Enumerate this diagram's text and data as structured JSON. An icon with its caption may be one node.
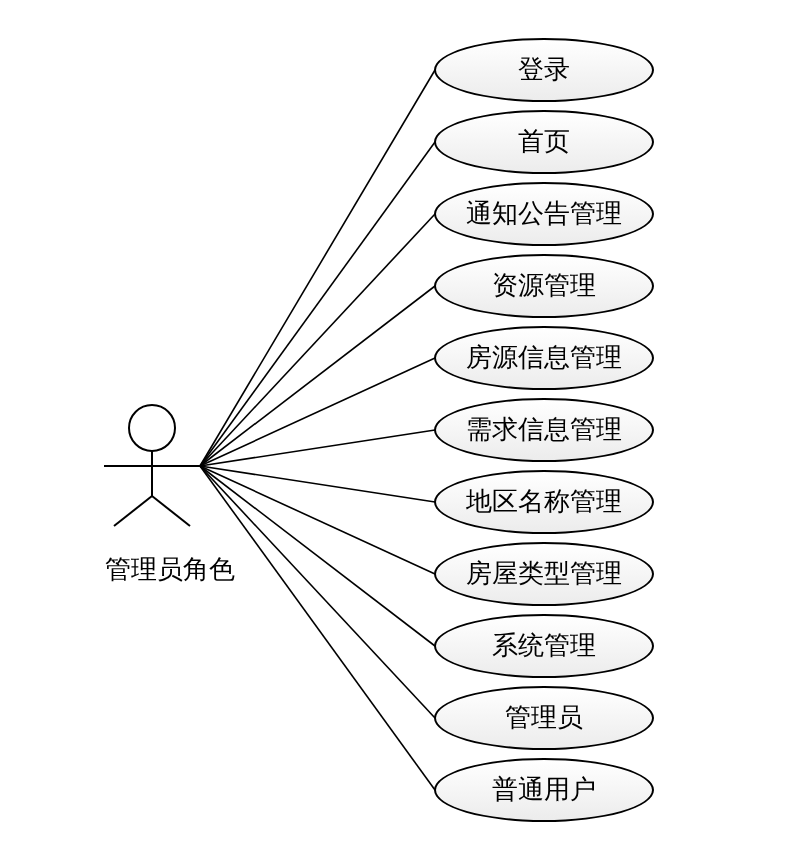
{
  "diagram": {
    "nodes": [
      {
        "text": [
          "管理员角色"
        ]
      },
      {
        "text": [
          "登录"
        ]
      },
      {
        "text": [
          "首页"
        ]
      },
      {
        "text": [
          "通知公告管理"
        ]
      },
      {
        "text": [
          "资源管理"
        ]
      },
      {
        "text": [
          "房源信息管理"
        ]
      },
      {
        "text": [
          "需求信息管理"
        ]
      },
      {
        "text": [
          "地区名称管理"
        ]
      },
      {
        "text": [
          "房屋类型管理"
        ]
      },
      {
        "text": [
          "系统管理"
        ]
      },
      {
        "text": [
          "管理员"
        ]
      },
      {
        "text": [
          "普通用户"
        ]
      }
    ],
    "edges": [
      {
        "from": 0,
        "to": 1,
        "arrow": "none"
      },
      {
        "from": 0,
        "to": 2,
        "arrow": "none"
      },
      {
        "from": 0,
        "to": 3,
        "arrow": "none"
      },
      {
        "from": 0,
        "to": 4,
        "arrow": "none"
      },
      {
        "from": 0,
        "to": 5,
        "arrow": "none"
      },
      {
        "from": 0,
        "to": 6,
        "arrow": "none"
      },
      {
        "from": 0,
        "to": 7,
        "arrow": "none"
      },
      {
        "from": 0,
        "to": 8,
        "arrow": "none"
      },
      {
        "from": 0,
        "to": 9,
        "arrow": "none"
      },
      {
        "from": 0,
        "to": 10,
        "arrow": "none"
      },
      {
        "from": 0,
        "to": 11,
        "arrow": "none"
      }
    ]
  }
}
